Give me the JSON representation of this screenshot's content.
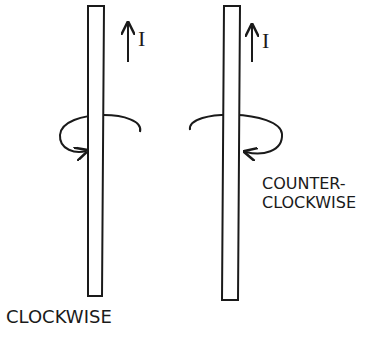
{
  "diagram": {
    "labels": [
      "I",
      "I",
      "CLOCKWISE",
      "COUNTER-CLOCKWISE"
    ]
  }
}
